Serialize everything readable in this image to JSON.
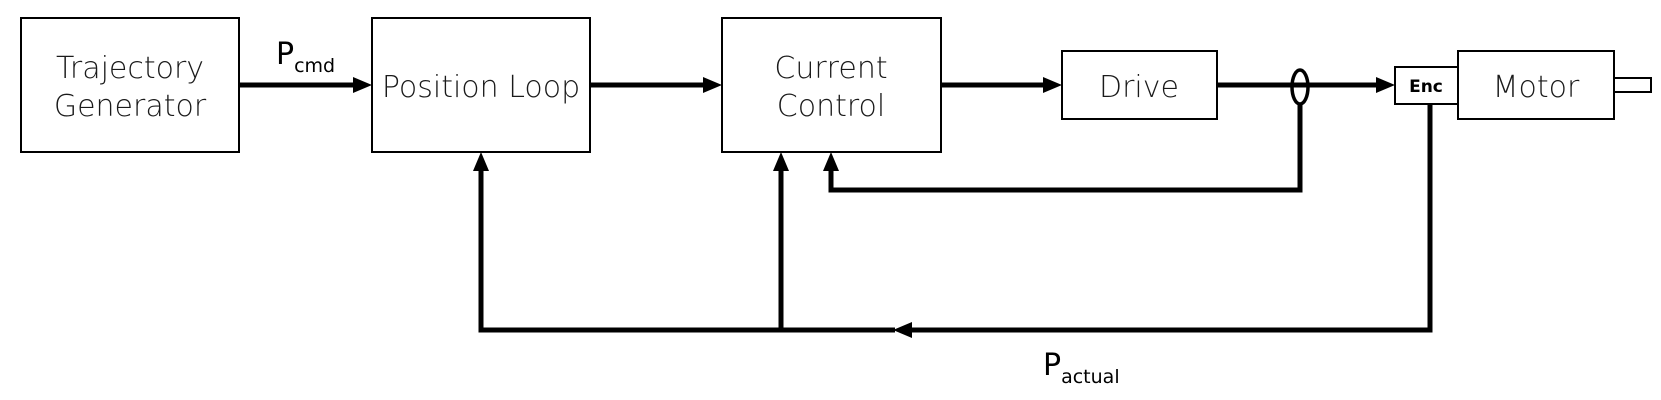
{
  "blocks": {
    "trajectory_generator": {
      "line1": "Trajectory",
      "line2": "Generator"
    },
    "position_loop": {
      "label": "Position Loop"
    },
    "current_control": {
      "line1": "Current",
      "line2": "Control"
    },
    "drive": {
      "label": "Drive"
    },
    "encoder": {
      "label": "Enc"
    },
    "motor": {
      "label": "Motor"
    }
  },
  "signals": {
    "p_cmd": {
      "main": "P",
      "sub": "cmd"
    },
    "p_actual": {
      "main": "P",
      "sub": "actual"
    }
  },
  "colors": {
    "stroke": "#000000",
    "background": "#ffffff"
  }
}
